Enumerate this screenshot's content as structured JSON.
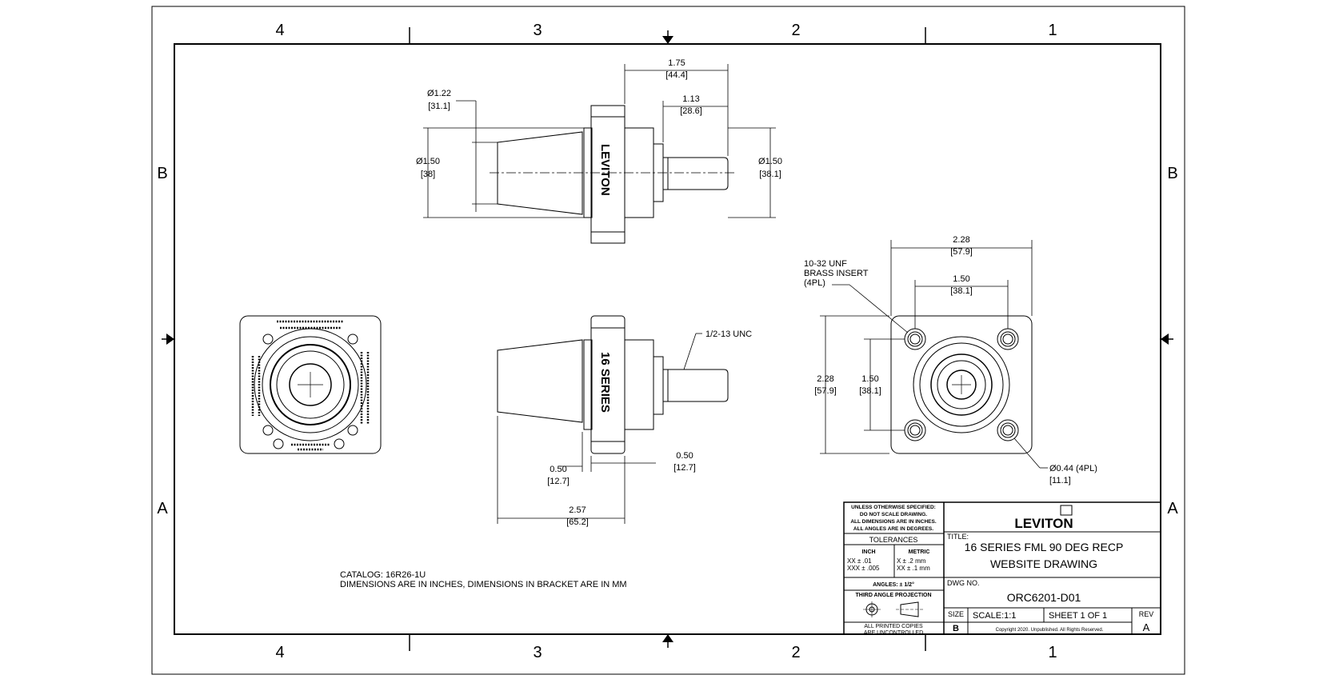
{
  "zones": {
    "columns": [
      "4",
      "3",
      "2",
      "1"
    ],
    "rows": [
      "B",
      "A"
    ]
  },
  "dimensions": {
    "top_view": {
      "length_overall": "1.75",
      "length_overall_mm": "[44.4]",
      "pin_length": "1.13",
      "pin_length_mm": "[28.6]",
      "inner_dia": "Ø1.22",
      "inner_dia_mm": "[31.1]",
      "boot_dia": "Ø1.50",
      "boot_dia_mm": "[38]",
      "pin_dia": "Ø1.50",
      "pin_dia_mm": "[38.1]",
      "logo_text": "LEVITON"
    },
    "side_view": {
      "thread": "1/2-13 UNC",
      "series_text": "16 SERIES",
      "boot_offset": "0.50",
      "boot_offset_mm": "[12.7]",
      "flange_offset": "0.50",
      "flange_offset_mm": "[12.7]",
      "overall": "2.57",
      "overall_mm": "[65.2]"
    },
    "front_view": {
      "width": "2.28",
      "width_mm": "[57.9]",
      "hole_spacing": "1.50",
      "hole_spacing_mm": "[38.1]",
      "height": "2.28",
      "height_mm": "[57.9]",
      "hole_spacing_v": "1.50",
      "hole_spacing_v_mm": "[38.1]",
      "insert_line1": "10-32 UNF",
      "insert_line2": "BRASS INSERT",
      "insert_line3": "(4PL)",
      "hole_dia": "Ø0.44 (4PL)",
      "hole_dia_mm": "[11.1]"
    }
  },
  "notes": {
    "catalog": "CATALOG: 16R26-1U",
    "units": "DIMENSIONS ARE IN INCHES, DIMENSIONS IN BRACKET ARE IN MM"
  },
  "title_block": {
    "unless_lines": [
      "UNLESS OTHERWISE SPECIFIED:",
      "DO NOT SCALE DRAWING.",
      "ALL DIMENSIONS ARE IN INCHES.",
      "ALL ANGLES ARE IN DEGREES."
    ],
    "tolerances": "TOLERANCES",
    "inch": "INCH",
    "metric": "METRIC",
    "inch_tol1": "XX   ± .01",
    "inch_tol2": "XXX  ± .005",
    "metric_tol1": "X    ± .2 mm",
    "metric_tol2": "XX   ± .1 mm",
    "angles": "ANGLES: ± 1/2°",
    "projection": "THIRD ANGLE PROJECTION",
    "printed1": "ALL PRINTED COPIES",
    "printed2": "ARE UNCONTROLLED",
    "company": "LEVITON",
    "title_label": "TITLE:",
    "title_line1": "16 SERIES FML 90 DEG RECP",
    "title_line2": "WEBSITE DRAWING",
    "dwg_label": "DWG NO.",
    "dwg_no": "ORC6201-D01",
    "size_label": "SIZE",
    "size": "B",
    "scale": "SCALE:1:1",
    "sheet": "SHEET 1 OF 1",
    "rev_label": "REV",
    "rev": "A",
    "copyright": "Copyright 2020. Unpublished. All Rights Reserved."
  }
}
